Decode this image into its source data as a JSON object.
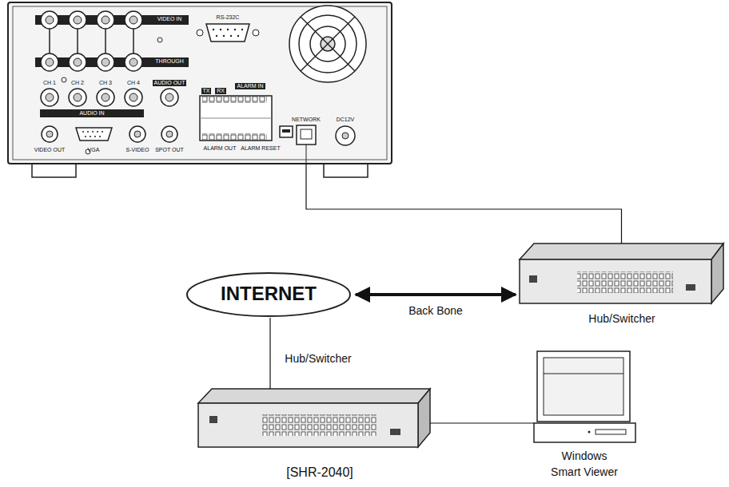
{
  "diagram": {
    "caption": "[SHR-2040]",
    "nodes": [
      {
        "text": [
          "VIDEO IN",
          "THROUGH",
          "RS-232C",
          "CH 1",
          "CH 2",
          "CH 3",
          "CH 4",
          "AUDIO IN",
          "AUDIO OUT",
          "VIDEO OUT",
          "VGA",
          "S-VIDEO",
          "SPOT OUT",
          "TX",
          "RX",
          "ALARM IN",
          "ALARM OUT",
          "ALARM RESET",
          "NETWORK",
          "DC12V"
        ]
      },
      {
        "text": [
          "Hub/Switcher"
        ]
      },
      {
        "text": [
          "INTERNET"
        ]
      },
      {
        "text": [
          "Hub/Switcher"
        ]
      },
      {
        "text": [
          "Windows Smart Viewer"
        ]
      }
    ],
    "edges": [
      {
        "from": 0,
        "to": 1,
        "arrow": "none"
      },
      {
        "from": 2,
        "to": 1,
        "label": "Back Bone",
        "arrow": "both"
      },
      {
        "from": 2,
        "to": 3,
        "arrow": "none"
      },
      {
        "from": 3,
        "to": 4,
        "arrow": "none"
      }
    ]
  }
}
